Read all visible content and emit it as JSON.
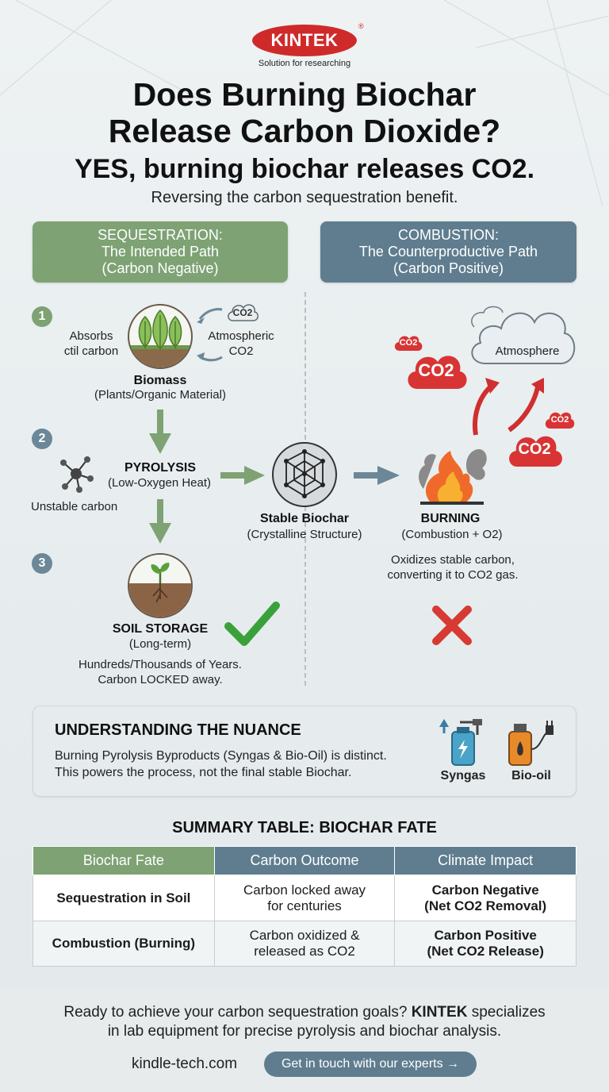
{
  "brand": {
    "logo_text": "KINTEK",
    "registered_mark": "®",
    "tagline": "Solution for researching"
  },
  "header": {
    "title": "Does Burning Biochar Release Carbon Dioxide?",
    "answer": "YES, burning biochar releases CO2.",
    "subtitle": "Reversing the carbon sequestration benefit."
  },
  "sequestration": {
    "heading_line1": "SEQUESTRATION:",
    "heading_line2": "The Intended Path",
    "heading_line3": "(Carbon Negative)",
    "steps": {
      "one": "1",
      "two": "2",
      "three": "3"
    },
    "biomass": {
      "absorbs_label_line1": "Absorbs",
      "absorbs_label_line2": "ctil carbon",
      "atmospheric_label_line1": "Atmospheric",
      "atmospheric_label_line2": "CO2",
      "co2_bubble": "CO2",
      "title": "Biomass",
      "subtitle": "(Plants/Organic Material)"
    },
    "pyrolysis": {
      "title": "PYROLYSIS",
      "subtitle": "(Low-Oxygen Heat)",
      "unstable_label": "Unstable carbon"
    },
    "stable_biochar": {
      "title": "Stable Biochar",
      "subtitle": "(Crystalline Structure)"
    },
    "soil": {
      "title": "SOIL STORAGE",
      "subtitle": "(Long-term)",
      "note_line1": "Hundreds/Thousands of Years.",
      "note_line2": "Carbon LOCKED away."
    }
  },
  "combustion": {
    "heading_line1": "COMBUSTION:",
    "heading_line2": "The Counterproductive Path",
    "heading_line3": "(Carbon Positive)",
    "atmosphere_label": "Atmosphere",
    "co2_labels": [
      "CO2",
      "CO2",
      "CO2",
      "CO2"
    ],
    "burning": {
      "title": "BURNING",
      "subtitle": "(Combustion + O2)",
      "note_line1": "Oxidizes stable carbon,",
      "note_line2": "converting it to CO2 gas."
    }
  },
  "nuance": {
    "title": "UNDERSTANDING THE NUANCE",
    "text_line1": "Burning Pyrolysis Byproducts (Syngas & Bio-Oil) is distinct.",
    "text_line2": "This powers the process, not the final stable Biochar.",
    "syngas_label": "Syngas",
    "biooil_label": "Bio-oil"
  },
  "table": {
    "title": "SUMMARY TABLE: BIOCHAR FATE",
    "headers": [
      "Biochar Fate",
      "Carbon Outcome",
      "Climate Impact"
    ],
    "rows": [
      {
        "fate": "Sequestration in Soil",
        "outcome_line1": "Carbon locked away",
        "outcome_line2": "for centuries",
        "impact_line1": "Carbon Negative",
        "impact_line2": "(Net CO2 Removal)"
      },
      {
        "fate": "Combustion (Burning)",
        "outcome_line1": "Carbon oxidized &",
        "outcome_line2": "released as CO2",
        "impact_line1": "Carbon Positive",
        "impact_line2": "(Net CO2 Release)"
      }
    ]
  },
  "footer": {
    "text_before": "Ready to achieve your carbon sequestration goals?",
    "brand": "KINTEK",
    "text_after": "specializes",
    "text_line2": "in lab equipment for precise pyrolysis and biochar analysis.",
    "url": "kindle-tech.com",
    "cta": "Get in touch with our experts →"
  },
  "colors": {
    "sequestration_green": "#7ea274",
    "combustion_slate": "#5f7d8f",
    "brand_red": "#cf2a2a",
    "co2_red": "#d83434",
    "check_green": "#3aa13a",
    "cross_red": "#d63a32"
  }
}
